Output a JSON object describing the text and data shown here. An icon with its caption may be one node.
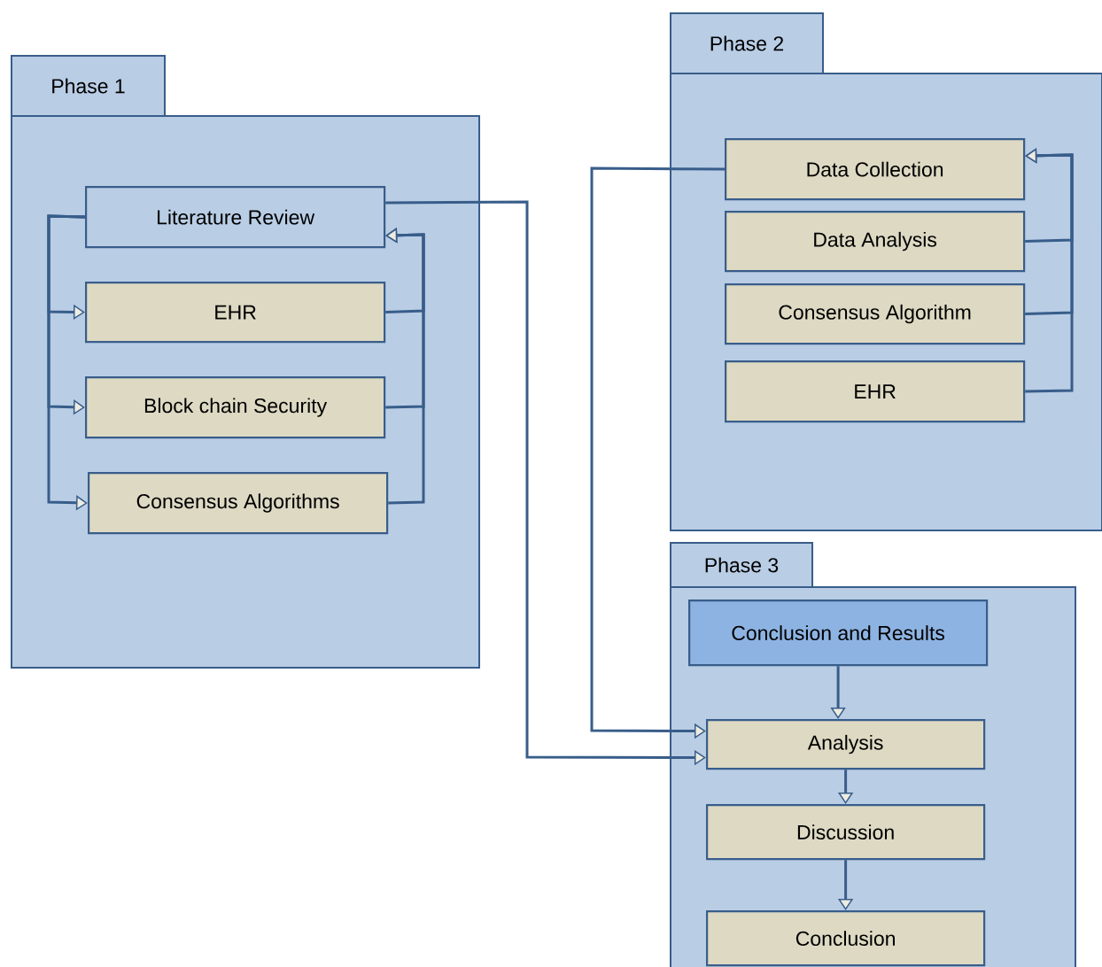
{
  "diagram": {
    "nodes": [
      {
        "text": [
          "Phase 1"
        ]
      },
      {
        "text": [
          "Literature Review"
        ],
        "in": 0
      },
      {
        "text": [
          "EHR"
        ],
        "in": 0
      },
      {
        "text": [
          "Block chain Security"
        ],
        "in": 0
      },
      {
        "text": [
          "Consensus Algorithms"
        ],
        "in": 0
      },
      {
        "text": [
          "Phase 2"
        ]
      },
      {
        "text": [
          "Data Collection"
        ],
        "in": 5
      },
      {
        "text": [
          "Data Analysis"
        ],
        "in": 5
      },
      {
        "text": [
          "Consensus Algorithm"
        ],
        "in": 5
      },
      {
        "text": [
          "EHR"
        ],
        "in": 5
      },
      {
        "text": [
          "Phase 3"
        ]
      },
      {
        "text": [
          "Conclusion and Results"
        ],
        "in": 10
      },
      {
        "text": [
          "Analysis"
        ],
        "in": 10
      },
      {
        "text": [
          "Discussion"
        ],
        "in": 10
      },
      {
        "text": [
          "Conclusion"
        ],
        "in": 10
      }
    ],
    "edges": [
      {
        "from": 1,
        "to": 2,
        "arrow": "to"
      },
      {
        "from": 1,
        "to": 3,
        "arrow": "to"
      },
      {
        "from": 1,
        "to": 4,
        "arrow": "to"
      },
      {
        "from": 2,
        "to": 1,
        "arrow": "to"
      },
      {
        "from": 3,
        "to": 1,
        "arrow": "to"
      },
      {
        "from": 4,
        "to": 1,
        "arrow": "to"
      },
      {
        "from": 7,
        "to": 6,
        "arrow": "to"
      },
      {
        "from": 8,
        "to": 6,
        "arrow": "to"
      },
      {
        "from": 9,
        "to": 6,
        "arrow": "to"
      },
      {
        "from": 1,
        "to": 12,
        "arrow": "to"
      },
      {
        "from": 6,
        "to": 12,
        "arrow": "to"
      },
      {
        "from": 11,
        "to": 12,
        "arrow": "to"
      },
      {
        "from": 12,
        "to": 13,
        "arrow": "to"
      },
      {
        "from": 13,
        "to": 14,
        "arrow": "to"
      }
    ]
  }
}
